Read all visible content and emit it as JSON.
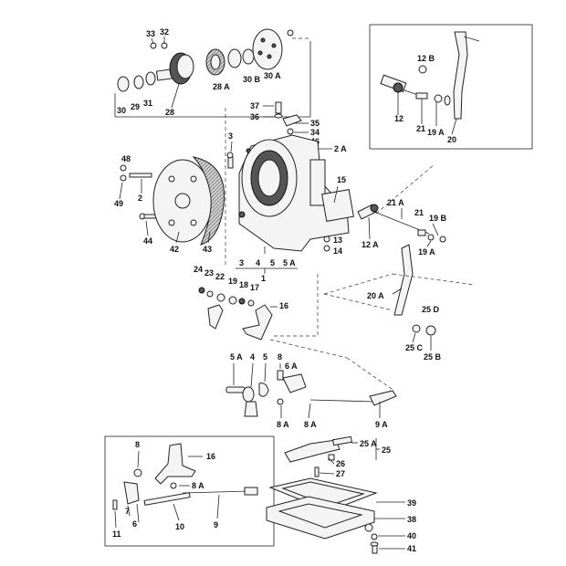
{
  "labels": {
    "l33": "33",
    "l32": "32",
    "l30": "30",
    "l29": "29",
    "l31": "31",
    "l28": "28",
    "l28a": "28 A",
    "l30b": "30 B",
    "l30a": "30 A",
    "l37": "37",
    "l36": "36",
    "l35": "35",
    "l34": "34",
    "l46": "46",
    "l2a": "2 A",
    "l3": "3",
    "l48": "48",
    "l2": "2",
    "l49": "49",
    "l15": "15",
    "l44": "44",
    "l42": "42",
    "l43": "43",
    "l13": "13",
    "l14": "14",
    "l12a": "12 A",
    "l21a": "21 A",
    "l21": "21",
    "l19b": "19 B",
    "l19a": "19 A",
    "g3": "3",
    "g4": "4",
    "g5": "5",
    "g5a": "5 A",
    "g1": "1",
    "l24": "24",
    "l23": "23",
    "l22": "22",
    "l19": "19",
    "l18": "18",
    "l17": "17",
    "l16": "16",
    "l20a": "20 A",
    "l25d": "25 D",
    "l25c": "25 C",
    "l25b": "25 B",
    "l5a": "5 A",
    "l4": "4",
    "l5": "5",
    "l8": "8",
    "l6a": "6 A",
    "l8a1": "8 A",
    "l8a2": "8 A",
    "l9a": "9 A",
    "i12b": "12 B",
    "i12": "12",
    "i21": "21",
    "i19a": "19 A",
    "i20": "20",
    "b8": "8",
    "b16": "16",
    "b8a": "8 A",
    "b7": "7",
    "b6": "6",
    "b11": "11",
    "b10": "10",
    "b9": "9",
    "r25a": "25 A",
    "r25": "25",
    "r26": "26",
    "r27": "27",
    "r39": "39",
    "r38": "38",
    "r40": "40",
    "r41": "41"
  }
}
